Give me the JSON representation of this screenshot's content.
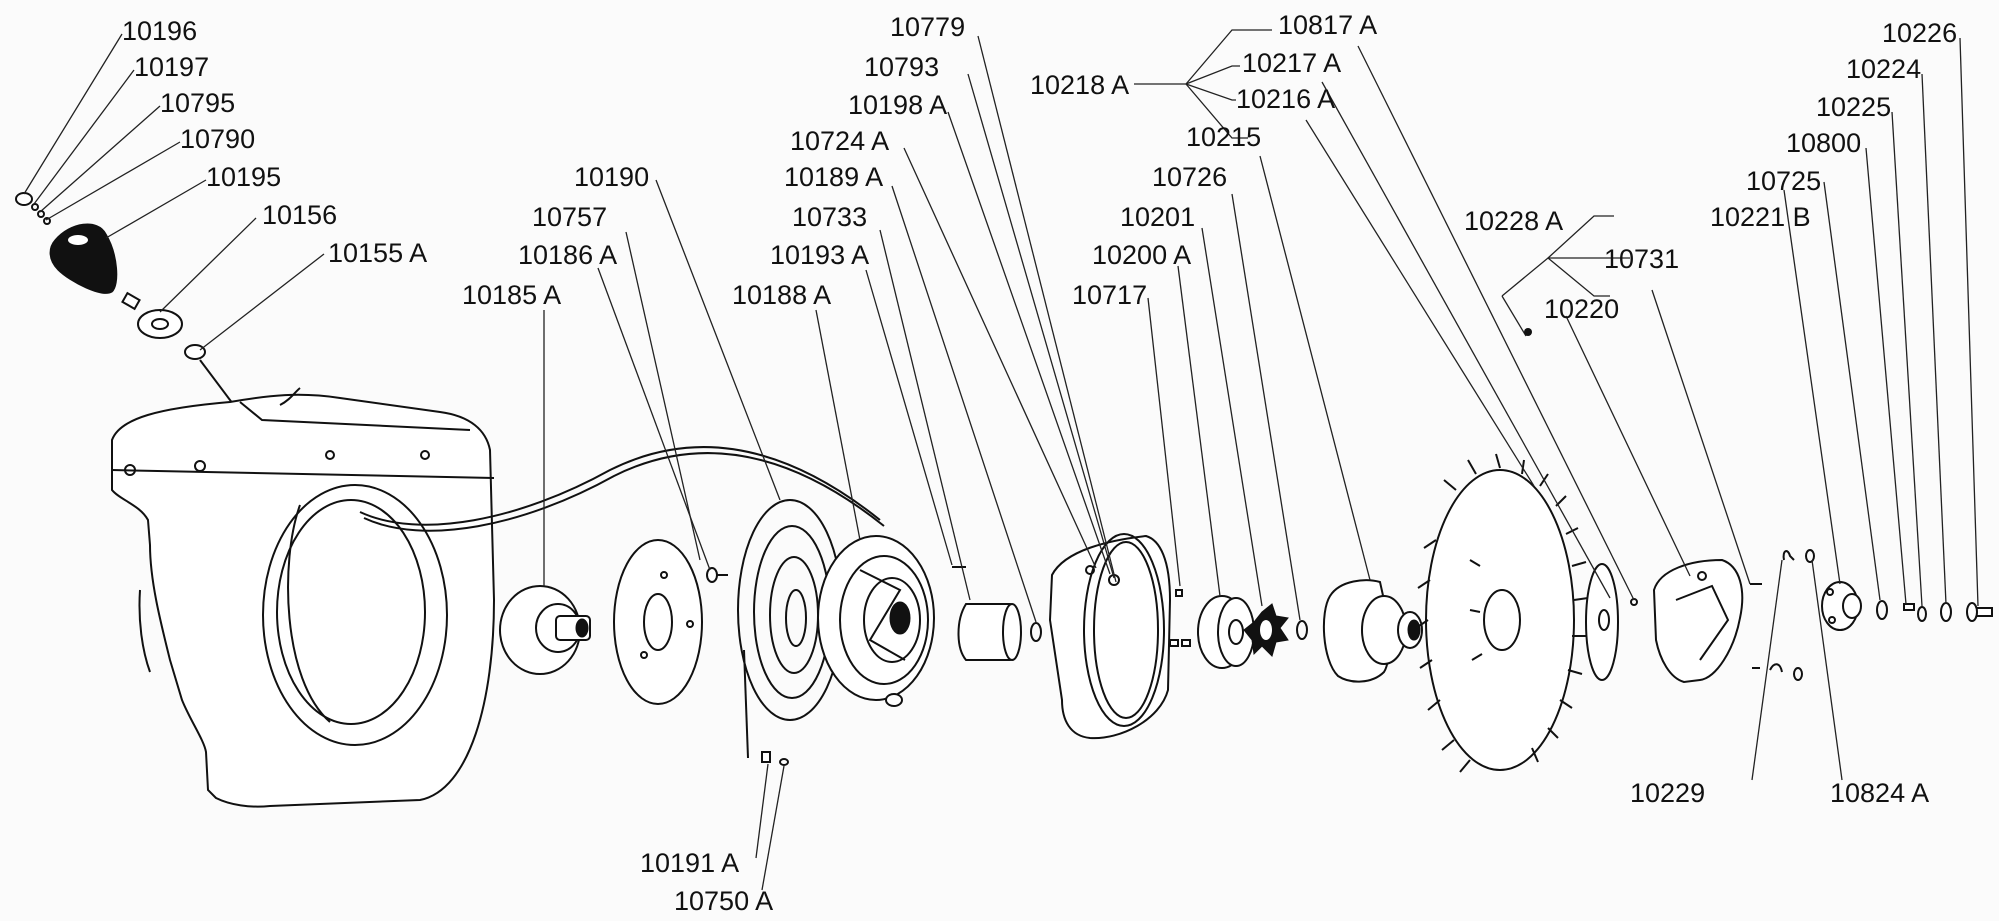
{
  "labels": {
    "l10196": "10196",
    "l10197": "10197",
    "l10795": "10795",
    "l10790": "10790",
    "l10195": "10195",
    "l10156": "10156",
    "l10155A": "10155 A",
    "l10185A": "10185 A",
    "l10186A": "10186 A",
    "l10757": "10757",
    "l10190": "10190",
    "l10188A": "10188 A",
    "l10193A": "10193 A",
    "l10733": "10733",
    "l10189A": "10189 A",
    "l10724A": "10724 A",
    "l10198A": "10198 A",
    "l10793": "10793",
    "l10779": "10779",
    "l10218A": "10218 A",
    "l10817A": "10817 A",
    "l10217A": "10217 A",
    "l10216A": "10216 A",
    "l10215": "10215",
    "l10726": "10726",
    "l10201": "10201",
    "l10200A": "10200 A",
    "l10717": "10717",
    "l10228A": "10228 A",
    "l10731": "10731",
    "l10220": "10220",
    "l10226": "10226",
    "l10224": "10224",
    "l10225": "10225",
    "l10800": "10800",
    "l10725": "10725",
    "l10221B": "10221 B",
    "l10229": "10229",
    "l10824A": "10824 A",
    "l10191A": "10191 A",
    "l10750A": "10750 A"
  }
}
